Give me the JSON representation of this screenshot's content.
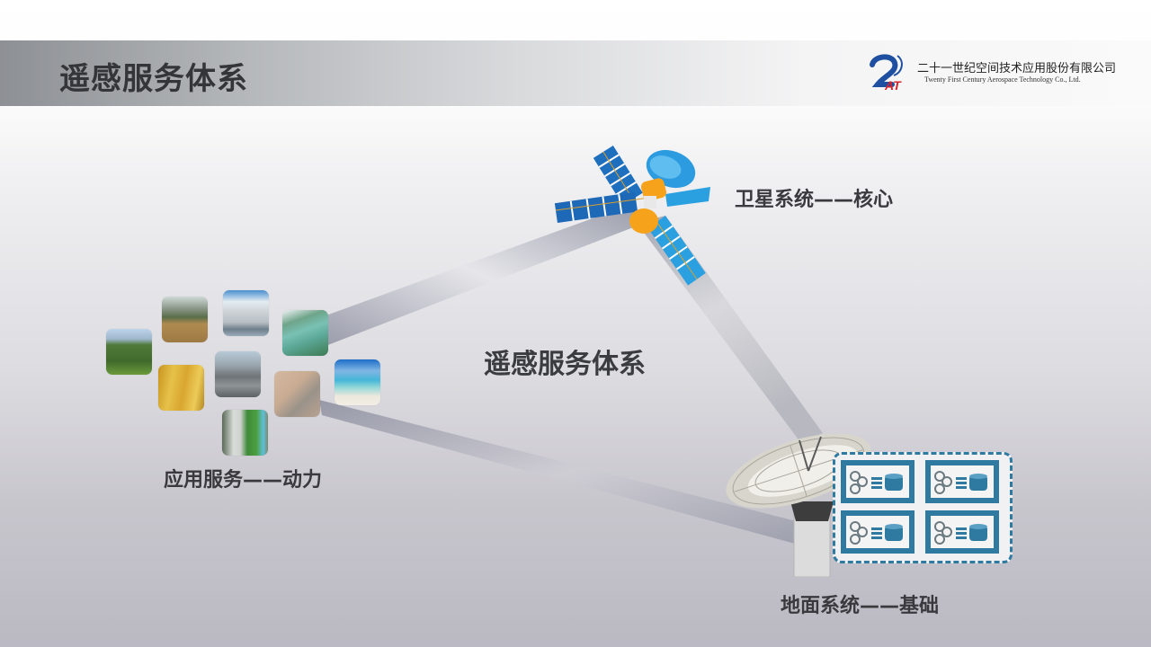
{
  "header": {
    "title": "遥感服务体系",
    "company_name_cn": "二十一世纪空间技术应用股份有限公司",
    "company_name_en": "Twenty First  Century Aerospace Technology Co., Ltd.",
    "logo_text": "AT"
  },
  "diagram": {
    "center_label": "遥感服务体系",
    "nodes": {
      "satellite": {
        "label": "卫星系统——核心",
        "icon": "satellite-icon"
      },
      "application": {
        "label": "应用服务——动力",
        "icon": "application-images"
      },
      "ground": {
        "label": "地面系统——基础",
        "icon": "ground-station-icon"
      }
    },
    "application_tiles": [
      {
        "name": "forest",
        "icon": "forest-image"
      },
      {
        "name": "farmland-mountain",
        "icon": "farmland-image"
      },
      {
        "name": "power-plant",
        "icon": "power-plant-image"
      },
      {
        "name": "river-dam",
        "icon": "river-dam-image"
      },
      {
        "name": "wheat",
        "icon": "wheat-image"
      },
      {
        "name": "city",
        "icon": "city-image"
      },
      {
        "name": "desert-terrain",
        "icon": "terrain-image"
      },
      {
        "name": "beach",
        "icon": "beach-image"
      },
      {
        "name": "industrial-facility",
        "icon": "facility-image"
      }
    ],
    "server_cards_count": 4
  },
  "colors": {
    "title_text": "#333539",
    "accent_blue": "#2f7aa0",
    "satellite_panel": "#1e78c8",
    "satellite_body": "#f7a21b",
    "logo_blue": "#1e4fa0",
    "logo_red": "#d8232a"
  }
}
